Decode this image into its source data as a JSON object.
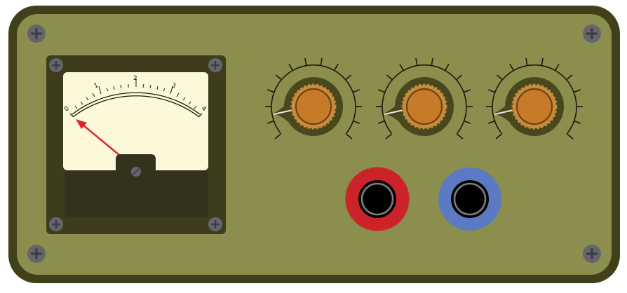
{
  "panel": {
    "name": "instrument-panel",
    "colors": {
      "frame": "#40401a",
      "face": "#8b8e4c",
      "meter_bezel": "#3d3d1e",
      "meter_face": "#fcf9da",
      "meter_lower": "#33321c",
      "needle": "#e0252a",
      "screw": "#65656b",
      "screw_slot": "#3c3c44",
      "knob_base": "#48481e",
      "knob_gear": "#c98a3c",
      "knob_cap": "#c77a28",
      "knob_ring": "#6b4516",
      "pointer": "#e9e9d8",
      "scale": "#1b1b10",
      "jack_red": "#cc2229",
      "jack_blue": "#5b7ac2",
      "jack_ring": "#7e7e7e",
      "jack_hole": "#000000"
    }
  },
  "meter": {
    "scale_labels": [
      "0",
      "1",
      "2",
      "3",
      "4"
    ],
    "needle_value": "0"
  },
  "knobs": [
    {
      "id": "knob-1",
      "position": "min"
    },
    {
      "id": "knob-2",
      "position": "min"
    },
    {
      "id": "knob-3",
      "position": "min"
    }
  ],
  "jacks": [
    {
      "id": "jack-red",
      "color": "red"
    },
    {
      "id": "jack-blue",
      "color": "blue"
    }
  ]
}
